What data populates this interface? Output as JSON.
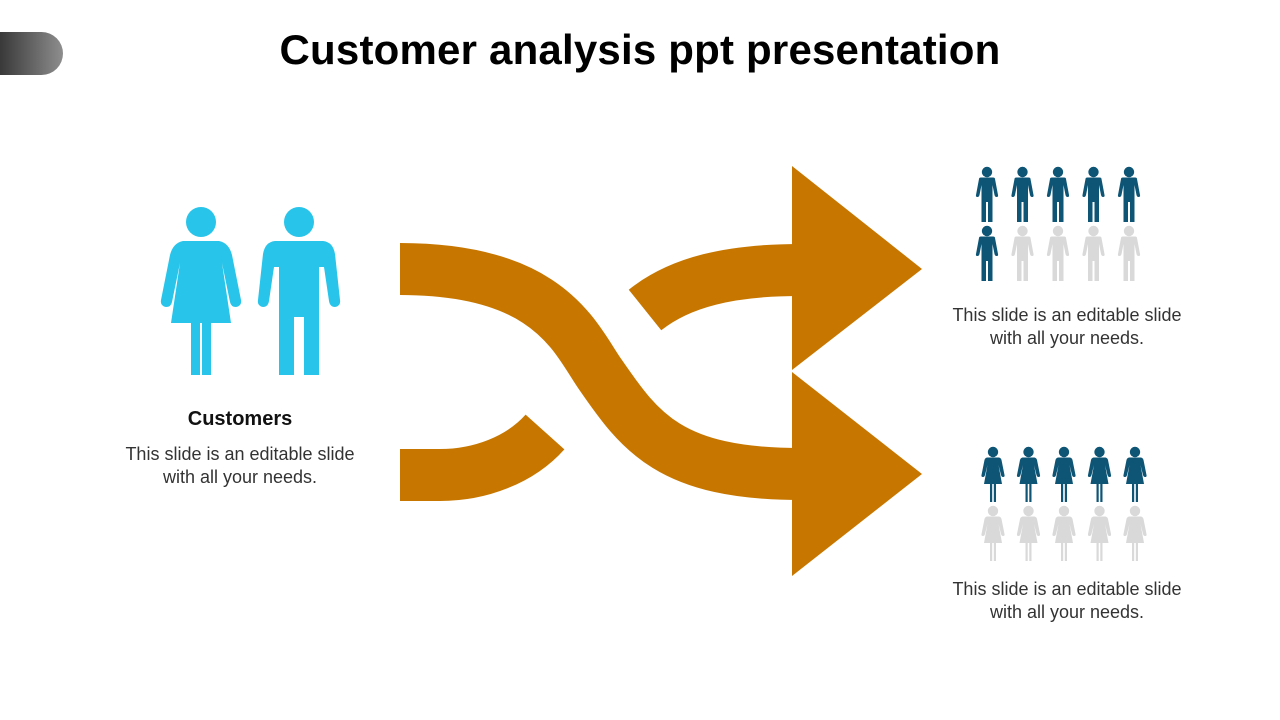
{
  "slide": {
    "title": "Customer analysis ppt presentation"
  },
  "customers": {
    "heading": "Customers",
    "description": "This slide is an editable slide with all your needs."
  },
  "outcomes": [
    {
      "description": "This slide is an editable slide with all your needs.",
      "figure": "male",
      "highlighted": 6,
      "total": 10
    },
    {
      "description": "This slide is an editable slide with all your needs.",
      "figure": "female",
      "highlighted": 5,
      "total": 10
    }
  ],
  "colors": {
    "customer_icon": "#29C4EA",
    "arrow": "#C77700",
    "highlight_person": "#0D5475",
    "muted_person": "#D9D9D9"
  }
}
